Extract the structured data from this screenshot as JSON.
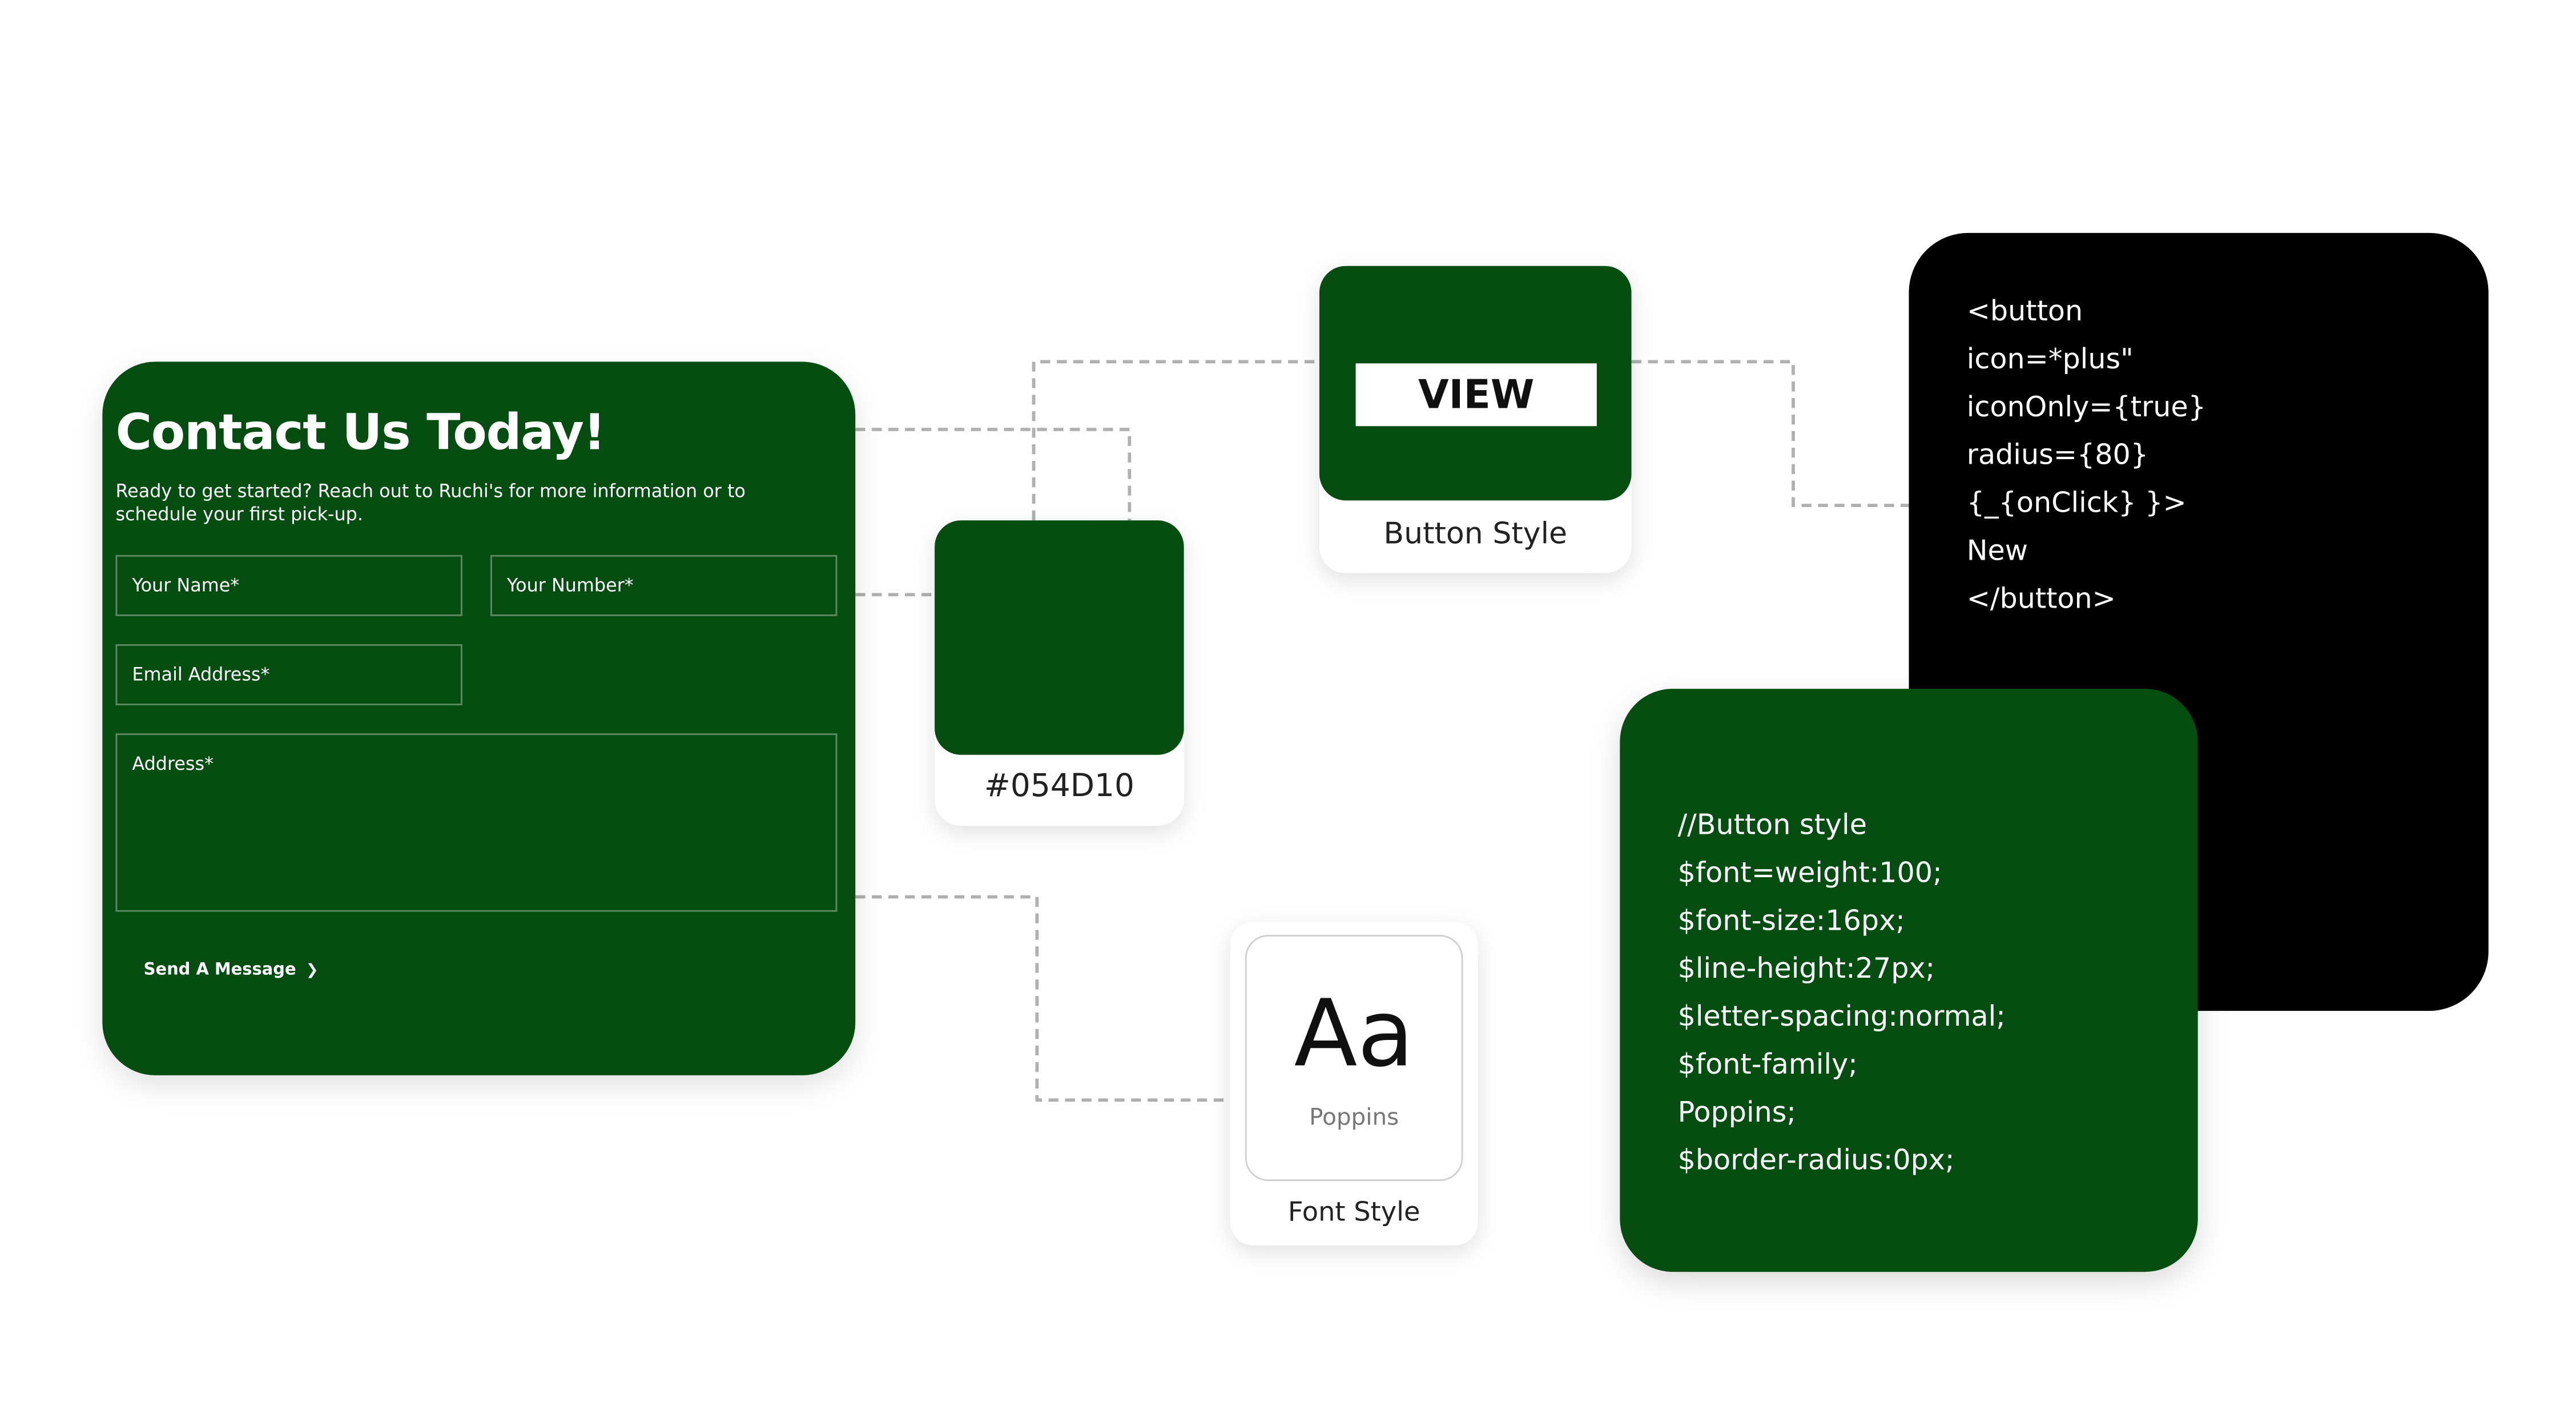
{
  "theme": {
    "accent": "#054D10"
  },
  "contact": {
    "title": "Contact Us Today!",
    "subtitle": "Ready to get started? Reach out to Ruchi's for more information or to schedule your first pick-up.",
    "name_placeholder": "Your Name*",
    "number_placeholder": "Your Number*",
    "email_placeholder": "Email Address*",
    "address_placeholder": "Address*",
    "send_label": "Send A Message",
    "send_icon": "chevron-right-icon"
  },
  "swatch": {
    "color": "#054D10",
    "label": "#054D10"
  },
  "button_style": {
    "button_label": "VIEW",
    "caption": "Button Style"
  },
  "font_style": {
    "sample": "Aa",
    "font_name": "Poppins",
    "caption": "Font Style"
  },
  "code_black": {
    "lines": [
      "<button",
      "icon=*plus\"",
      "iconOnly={true}",
      "radius={80}",
      "{_{onClick} }>",
      "New",
      "</button>"
    ]
  },
  "code_green": {
    "lines": [
      "//Button style",
      "$font=weight:100;",
      "$font-size:16px;",
      "$line-height:27px;",
      "$letter-spacing:normal;",
      "$font-family;",
      "Poppins;",
      "$border-radius:0px;"
    ]
  }
}
